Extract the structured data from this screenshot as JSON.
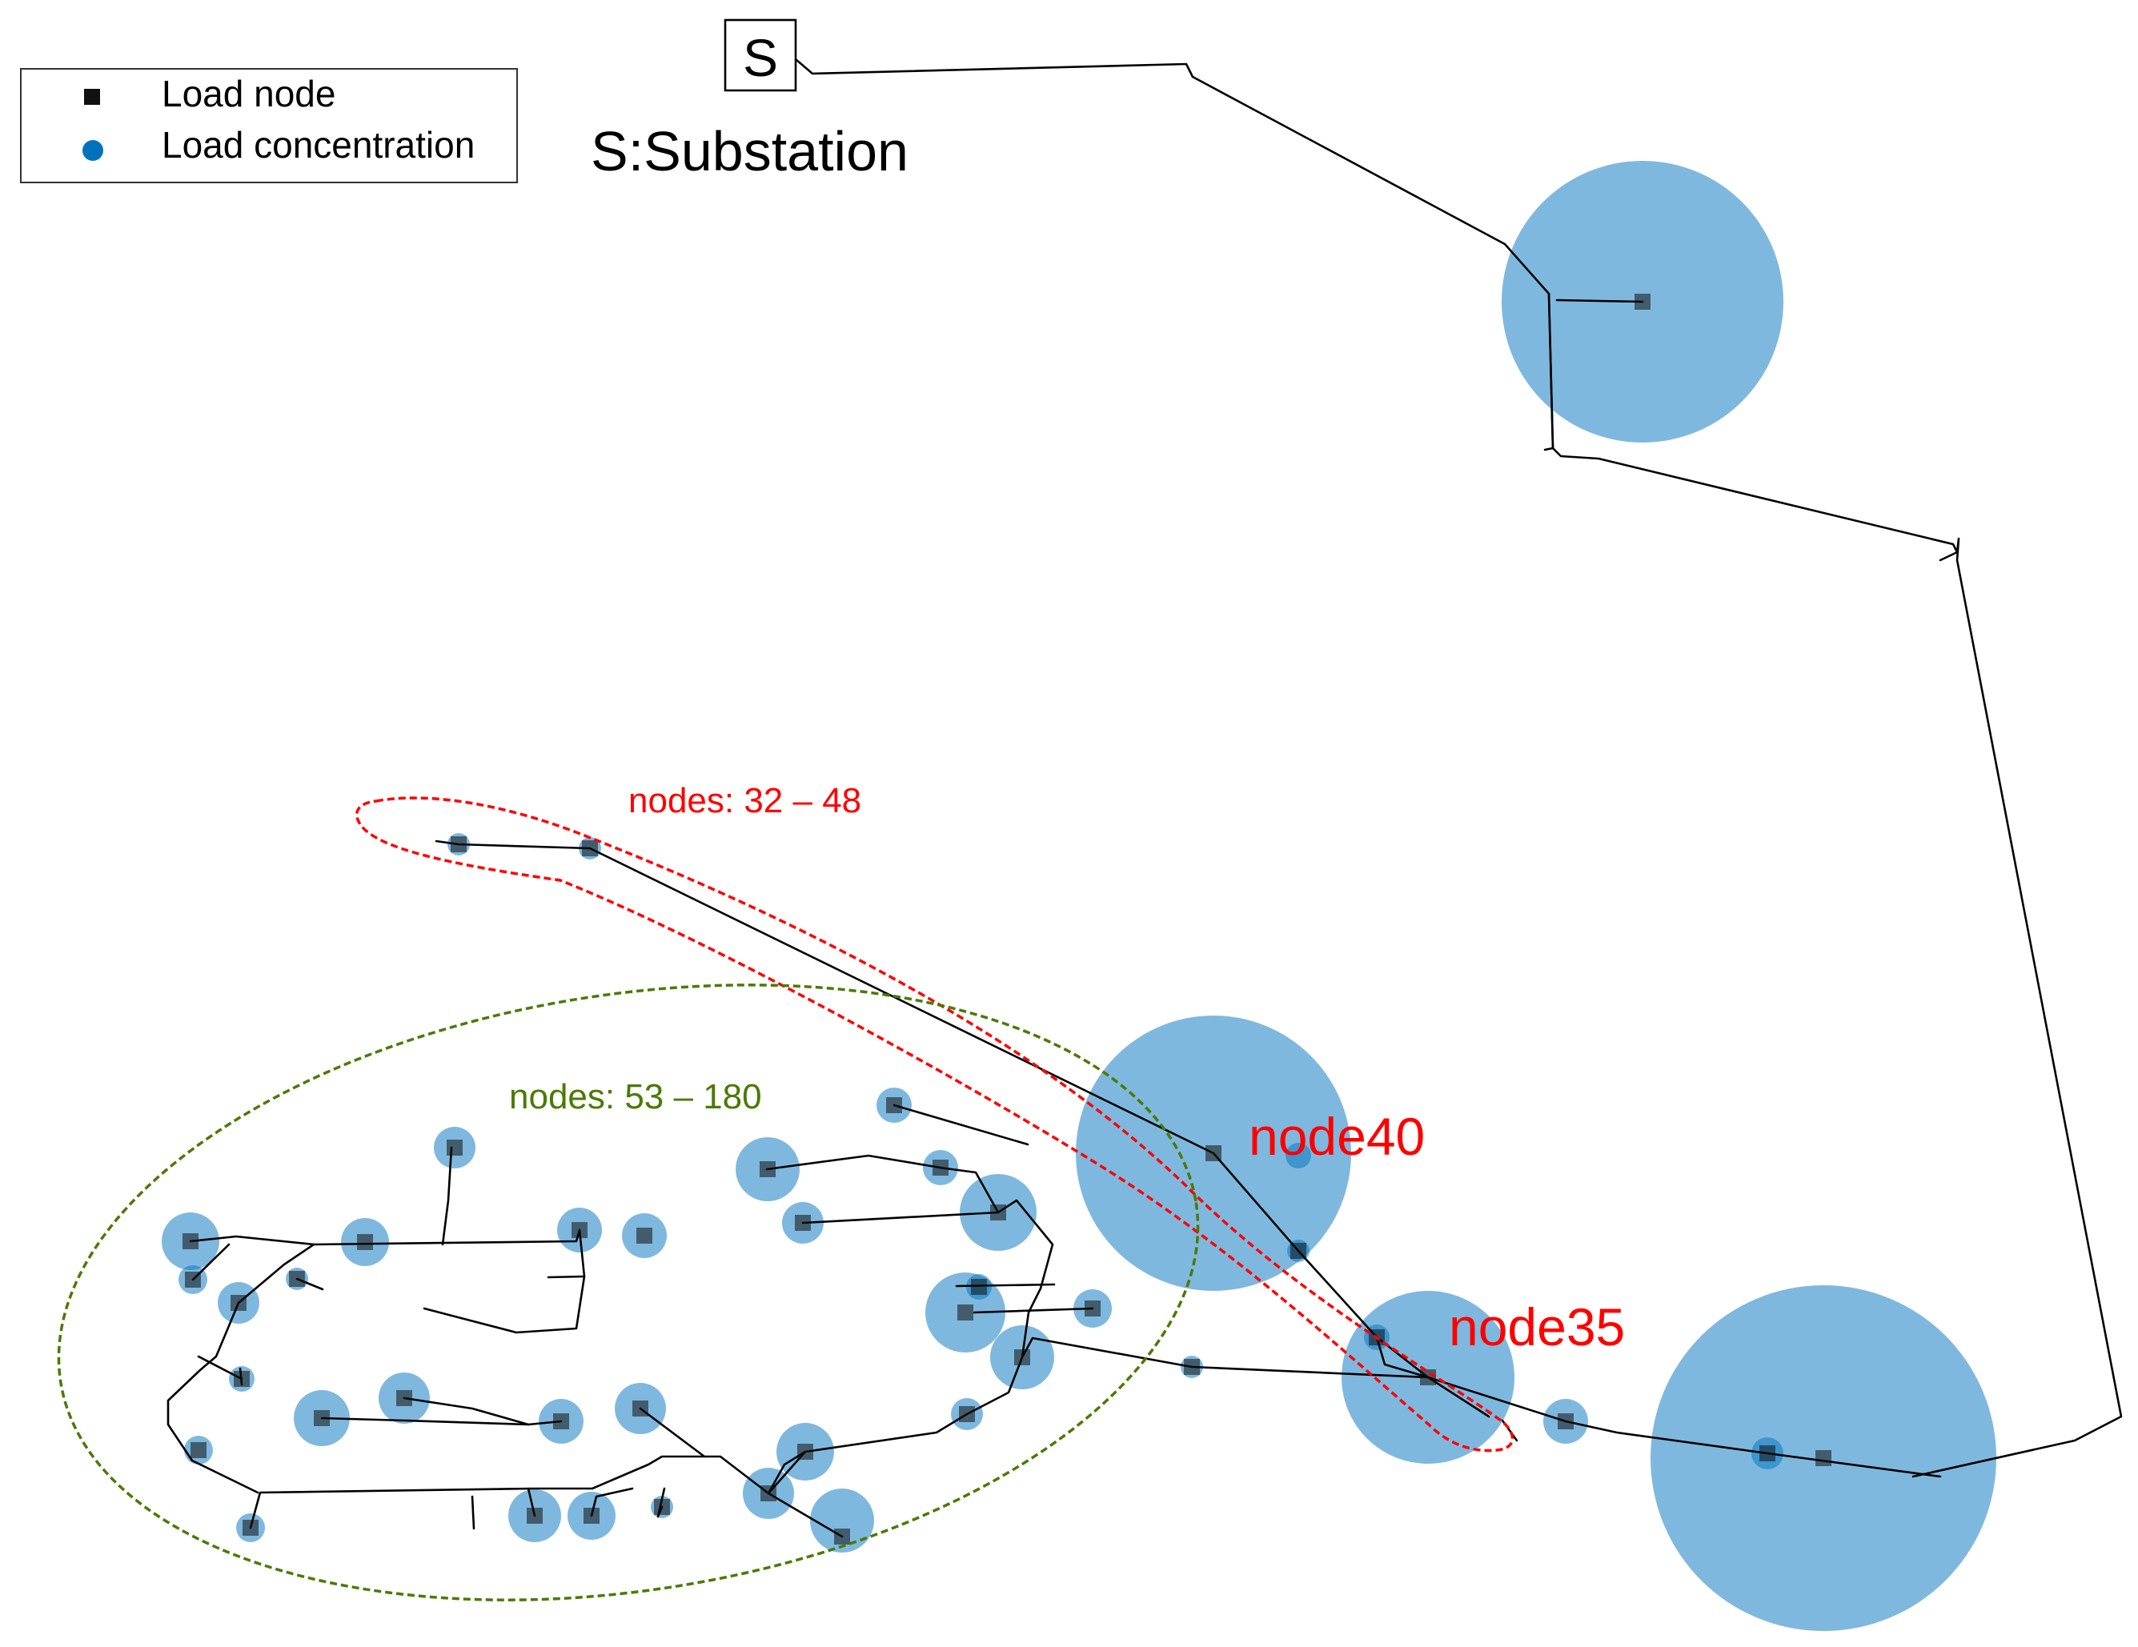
{
  "legend": {
    "load_node_label": "Load node",
    "load_concentration_label": "Load concentration"
  },
  "substation": {
    "symbol": "S",
    "caption": "S:Substation"
  },
  "annotations": {
    "region_32_48": "nodes: 32 – 48",
    "region_53_180": "nodes: 53 – 180",
    "node40": "node40",
    "node35": "node35"
  },
  "colors": {
    "feeder_line": "#000000",
    "load_node": "#111111",
    "load_concentration": "#0072bd",
    "concentration_fill": "#0072bd",
    "annotation_red": "#ff0000",
    "annotation_green": "#4a7a00"
  },
  "icons": {
    "load_node": "square-marker-icon",
    "load_concentration": "circle-marker-icon"
  }
}
